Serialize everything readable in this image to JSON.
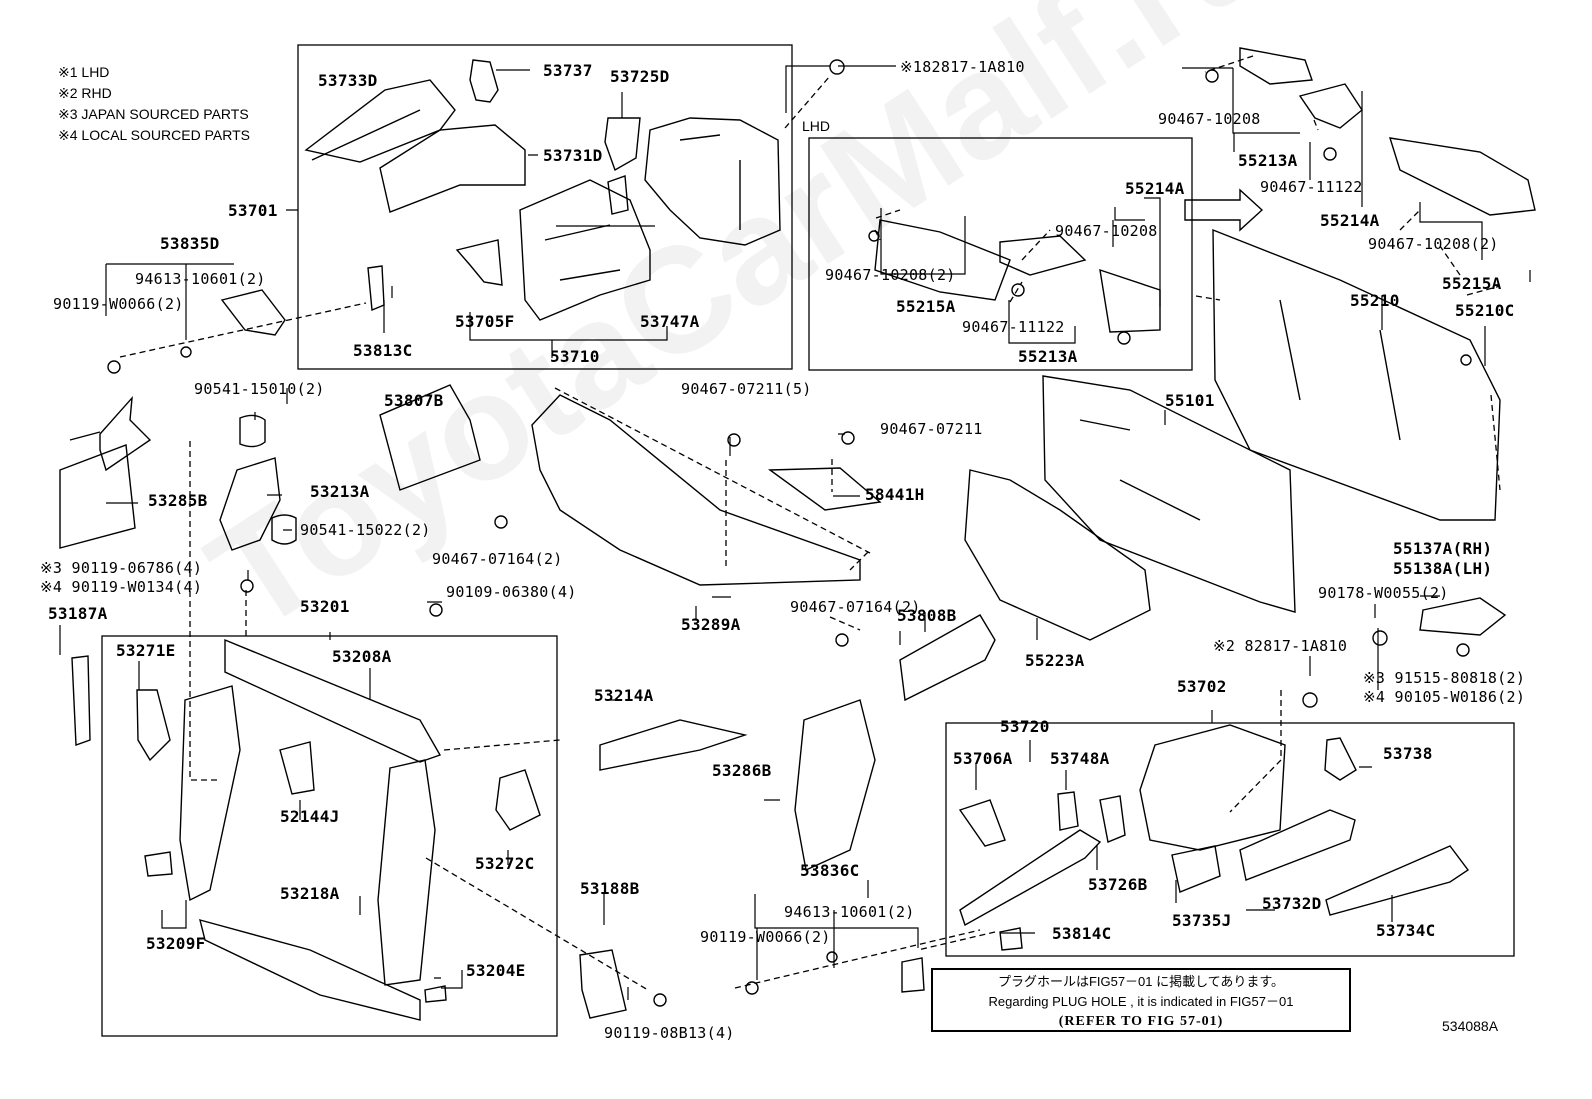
{
  "legend": [
    "※1 LHD",
    "※2 RHD",
    "※3 JAPAN SOURCED PARTS",
    "※4 LOCAL SOURCED PARTS"
  ],
  "lhd_title": "LHD",
  "note": {
    "jp": "プラグホールはFIG57－01 に掲載してあります。",
    "en": "Regarding PLUG HOLE , it is indicated in FIG57－01",
    "ref": "(REFER TO FIG 57-01)"
  },
  "figure_id": "534088A",
  "watermark": "ToyotaCarMalf.ru",
  "labels": [
    "53733D",
    "53737",
    "53725D",
    "※182817-1A810",
    "53731D",
    "53701",
    "53835D",
    "94613-10601(2)",
    "90119-W0066(2)",
    "53813C",
    "53705F",
    "53747A",
    "53710",
    "90467-10208(2)",
    "55215A",
    "55214A",
    "90467-10208",
    "90467-11122",
    "55213A",
    "90467-10208",
    "55213A",
    "90467-11122",
    "55214A",
    "90467-10208(2)",
    "55215A",
    "55210",
    "55210C",
    "90541-15010(2)",
    "53807B",
    "90467-07211(5)",
    "90467-07211",
    "55101",
    "53285B",
    "53213A",
    "58441H",
    "90541-15022(2)",
    "90467-07164(2)",
    "※3 90119-06786(4)",
    "※4 90119-W0134(4)",
    "90109-06380(4)",
    "53187A",
    "53201",
    "53271E",
    "53208A",
    "53289A",
    "90467-07164(2)",
    "53808B",
    "55223A",
    "55137A(RH)",
    "55138A(LH)",
    "90178-W0055(2)",
    "※2 82817-1A810",
    "※3 91515-80818(2)",
    "※4 90105-W0186(2)",
    "53702",
    "53720",
    "53214A",
    "53706A",
    "53748A",
    "53738",
    "53286B",
    "52144J",
    "53272C",
    "53726B",
    "53732D",
    "53735J",
    "53734C",
    "53836C",
    "53218A",
    "53188B",
    "94613-10601(2)",
    "90119-W0066(2)",
    "53814C",
    "53209F",
    "53204E",
    "90119-08B13(4)"
  ]
}
